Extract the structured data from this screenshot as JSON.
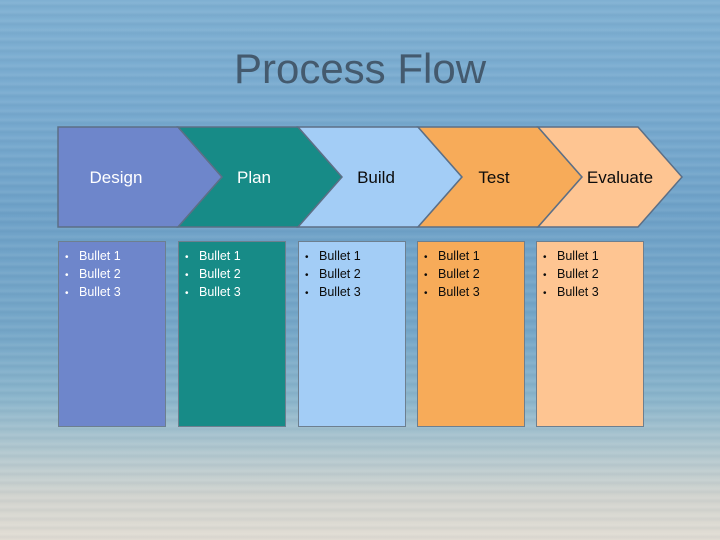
{
  "title": "Process Flow",
  "stages": [
    {
      "label": "Design",
      "color": "#6e86cb",
      "text_color": "#ffffff",
      "bullets": [
        "Bullet 1",
        "Bullet 2",
        "Bullet 3"
      ]
    },
    {
      "label": "Plan",
      "color": "#178b87",
      "text_color": "#ffffff",
      "bullets": [
        "Bullet 1",
        "Bullet 2",
        "Bullet 3"
      ]
    },
    {
      "label": "Build",
      "color": "#a3cdf6",
      "text_color": "#0c0c0c",
      "bullets": [
        "Bullet 1",
        "Bullet 2",
        "Bullet 3"
      ]
    },
    {
      "label": "Test",
      "color": "#f7ab59",
      "text_color": "#0c0c0c",
      "bullets": [
        "Bullet 1",
        "Bullet 2",
        "Bullet 3"
      ]
    },
    {
      "label": "Evaluate",
      "color": "#fec592",
      "text_color": "#0c0c0c",
      "bullets": [
        "Bullet 1",
        "Bullet 2",
        "Bullet 3"
      ]
    }
  ]
}
